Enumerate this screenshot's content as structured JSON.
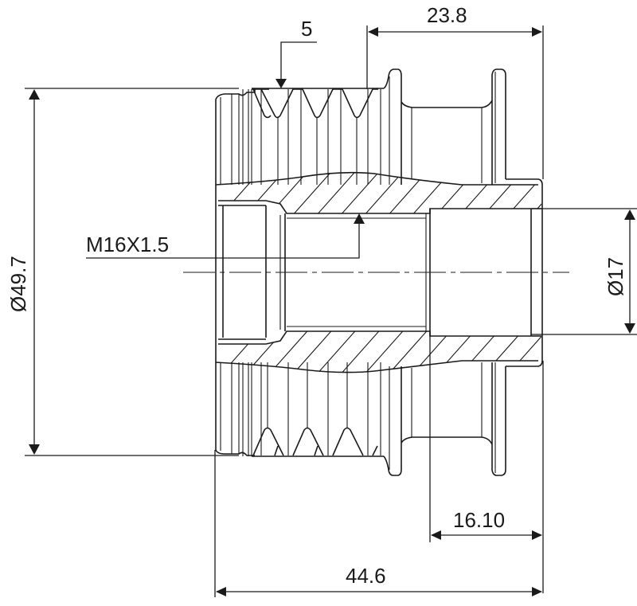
{
  "drawing": {
    "title": "Alternator freewheel pulley cross-section",
    "colors": {
      "line": "#1a1a1a",
      "background": "#ffffff"
    },
    "dimensions": {
      "groove_count": "5",
      "flange_width": "23.8",
      "outer_diameter": "Ø49.7",
      "thread": "M16X1.5",
      "bore_diameter": "Ø17",
      "hub_length": "16.10",
      "overall_length": "44.6"
    }
  }
}
